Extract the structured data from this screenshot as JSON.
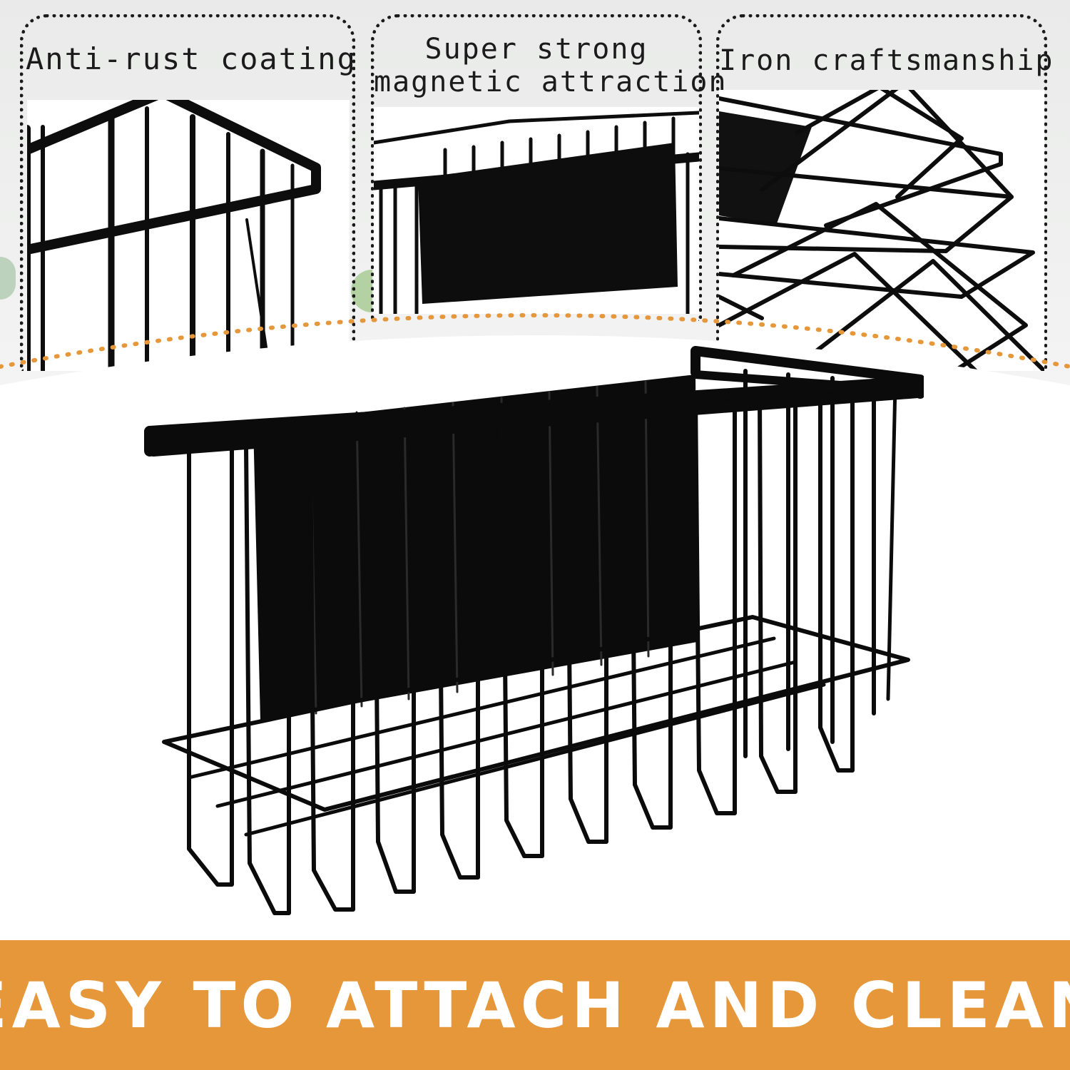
{
  "features": [
    {
      "caption": "Anti-rust coating"
    },
    {
      "caption_line1": "Super strong",
      "caption_line2": "magnetic attraction"
    },
    {
      "caption": "Iron craftsmanship"
    }
  ],
  "banner": {
    "text": "EASY TO ATTACH AND CLEAN"
  },
  "colors": {
    "accent": "#e6973a",
    "wire": "#0d0d0d",
    "dots": "#1a1a1a"
  }
}
